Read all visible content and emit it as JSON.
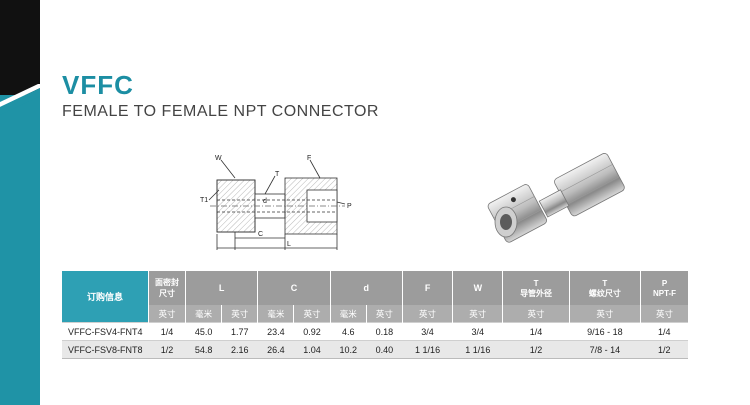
{
  "header": {
    "title": "VFFC",
    "subtitle": "FEMALE TO FEMALE NPT CONNECTOR"
  },
  "diagram": {
    "labels": {
      "W": "W",
      "T": "T",
      "F": "F",
      "T1": "T1",
      "d": "d",
      "P": "P",
      "C": "C",
      "L": "L"
    }
  },
  "table": {
    "header_row1": [
      "订购信息",
      "面密封\n尺寸",
      "L",
      "C",
      "d",
      "F",
      "W",
      "T\n导管外径",
      "T\n螺纹尺寸",
      "P\nNPT-F"
    ],
    "header_row2": [
      "英寸",
      "毫米",
      "英寸",
      "毫米",
      "英寸",
      "毫米",
      "英寸",
      "英寸",
      "英寸",
      "英寸",
      "英寸",
      "英寸"
    ],
    "rows": [
      [
        "VFFC-FSV4-FNT4",
        "1/4",
        "45.0",
        "1.77",
        "23.4",
        "0.92",
        "4.6",
        "0.18",
        "3/4",
        "3/4",
        "1/4",
        "9/16 - 18",
        "1/4"
      ],
      [
        "VFFC-FSV8-FNT8",
        "1/2",
        "54.8",
        "2.16",
        "26.4",
        "1.04",
        "10.2",
        "0.40",
        "1 1/16",
        "1 1/16",
        "1/2",
        "7/8 - 14",
        "1/2"
      ]
    ]
  },
  "colors": {
    "accent": "#1c8ea3",
    "table_header": "#2ea0b4",
    "table_gray": "#9c9c9c"
  }
}
